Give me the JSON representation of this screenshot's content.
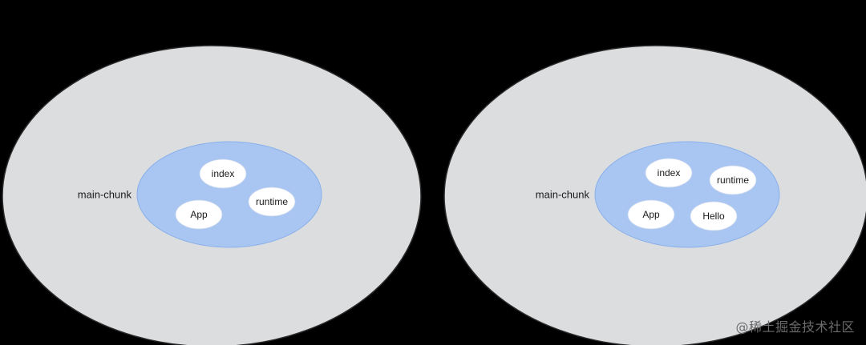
{
  "left_diagram": {
    "chunk_label": "main-chunk",
    "modules": [
      "index",
      "runtime",
      "App"
    ]
  },
  "right_diagram": {
    "chunk_label": "main-chunk",
    "modules": [
      "index",
      "runtime",
      "App",
      "Hello"
    ]
  },
  "watermark": "@稀土掘金技术社区",
  "colors": {
    "background": "#000000",
    "outer_fill": "#dcdddf",
    "chunk_fill": "#a9c6f2",
    "module_fill": "#ffffff"
  }
}
